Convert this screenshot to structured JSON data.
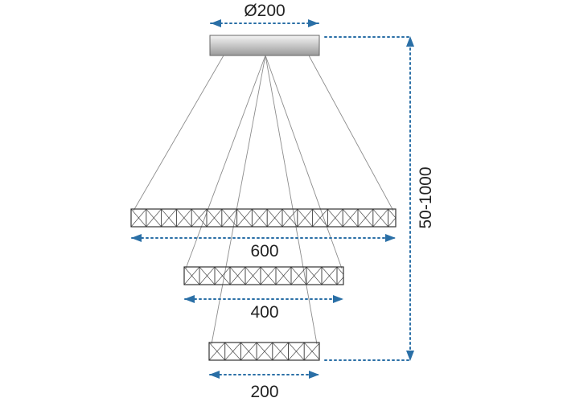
{
  "diagram": {
    "canopy_label": "Ø200",
    "ring_large_label": "600",
    "ring_medium_label": "400",
    "ring_small_label": "200",
    "height_label": "50-1000"
  },
  "colors": {
    "dimension": "#2a6fa6",
    "wire": "#8c8c8c",
    "ring": "#333333",
    "canopy_light": "#f4f4f4",
    "canopy_dark": "#9a9a9a",
    "text": "#222222"
  }
}
